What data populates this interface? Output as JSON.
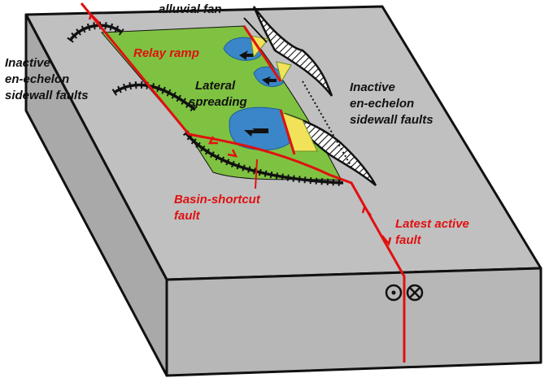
{
  "labels": {
    "alluvial_fan": "alluvial fan",
    "relay_ramp": "Relay ramp",
    "lateral_spreading": [
      "Lateral",
      "spreading"
    ],
    "inactive_left": [
      "Inactive",
      "en-echelon",
      "sidewall faults"
    ],
    "inactive_right": [
      "Inactive",
      "en-echelon",
      "sidewall faults"
    ],
    "basin_shortcut": [
      "Basin-shortcut",
      "fault"
    ],
    "latest_active": [
      "Latest active",
      "fault"
    ]
  },
  "symbols": {
    "out_of_page": "dot-in-circle-icon",
    "into_page": "cross-in-circle-icon"
  },
  "colors": {
    "fault": "#e01010",
    "basin_fill": "#7fc241",
    "lake": "#3a86c8",
    "fan": "#f2e25a",
    "block_top": "#c0c0c0",
    "block_side": "#a9a9a9",
    "block_front": "#b7b7b7"
  }
}
